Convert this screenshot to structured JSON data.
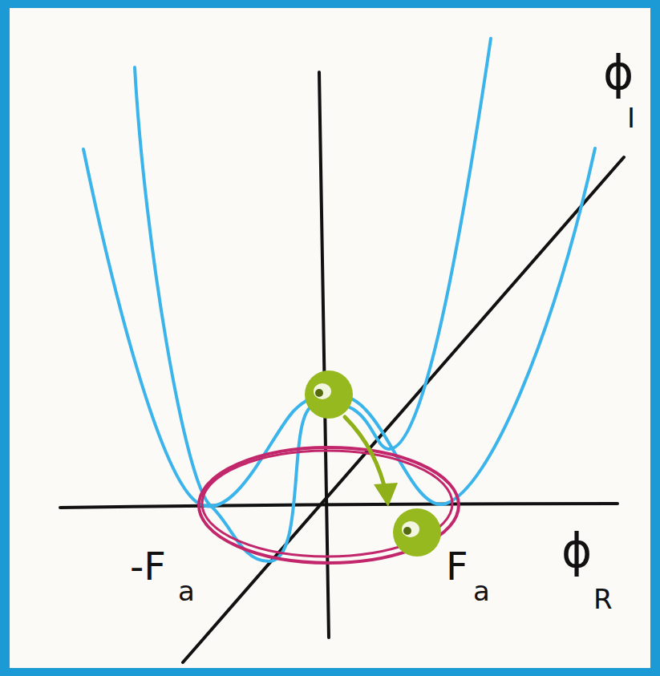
{
  "diagram": {
    "labels": [
      "ϕ",
      "I",
      "-F",
      "a",
      "F",
      "a",
      "ϕ",
      "R"
    ]
  }
}
